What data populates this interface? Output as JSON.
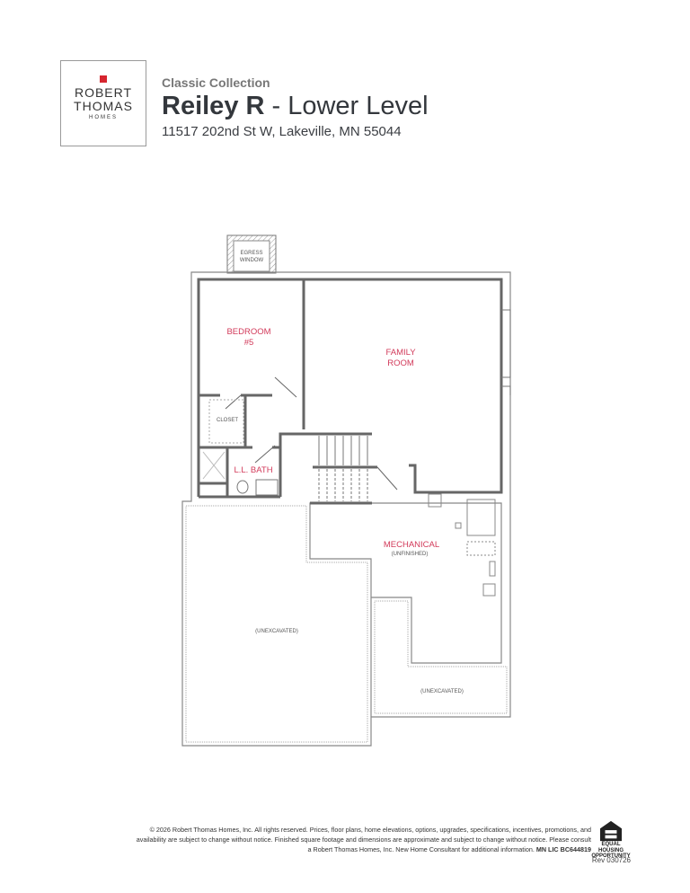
{
  "logo": {
    "line1": "ROBERT",
    "line2": "THOMAS",
    "line3": "HOMES",
    "accent": "#d6262f"
  },
  "header": {
    "collection": "Classic Collection",
    "model": "Reiley R",
    "level": " - Lower Level",
    "address": "11517 202nd St W, Lakeville, MN 55044"
  },
  "plan": {
    "rooms": {
      "egress_1": "EGRESS",
      "egress_2": "WINDOW",
      "bedroom_1": "BEDROOM",
      "bedroom_2": "#5",
      "family_1": "FAMILY",
      "family_2": "ROOM",
      "closet": "CLOSET",
      "bath": "L.L. BATH",
      "mechanical": "MECHANICAL",
      "mechanical_note": "(UNFINISHED)",
      "unexcavated_left": "(UNEXCAVATED)",
      "unexcavated_right": "(UNEXCAVATED)"
    },
    "label_color": "#d23a5a"
  },
  "footer": {
    "disclaimer": "© 2026 Robert Thomas Homes, Inc. All rights reserved. Prices, floor plans, home elevations, options, upgrades, specifications, incentives, promotions, and availability are subject to change without notice. Finished square footage and dimensions are approximate and subject to change without notice. Please consult a Robert Thomas Homes, Inc. New Home Consultant for additional information.",
    "license": "MN LIC BC644819",
    "eho_text": "EQUAL HOUSING OPPORTUNITY",
    "revision": "Rev 030726"
  }
}
